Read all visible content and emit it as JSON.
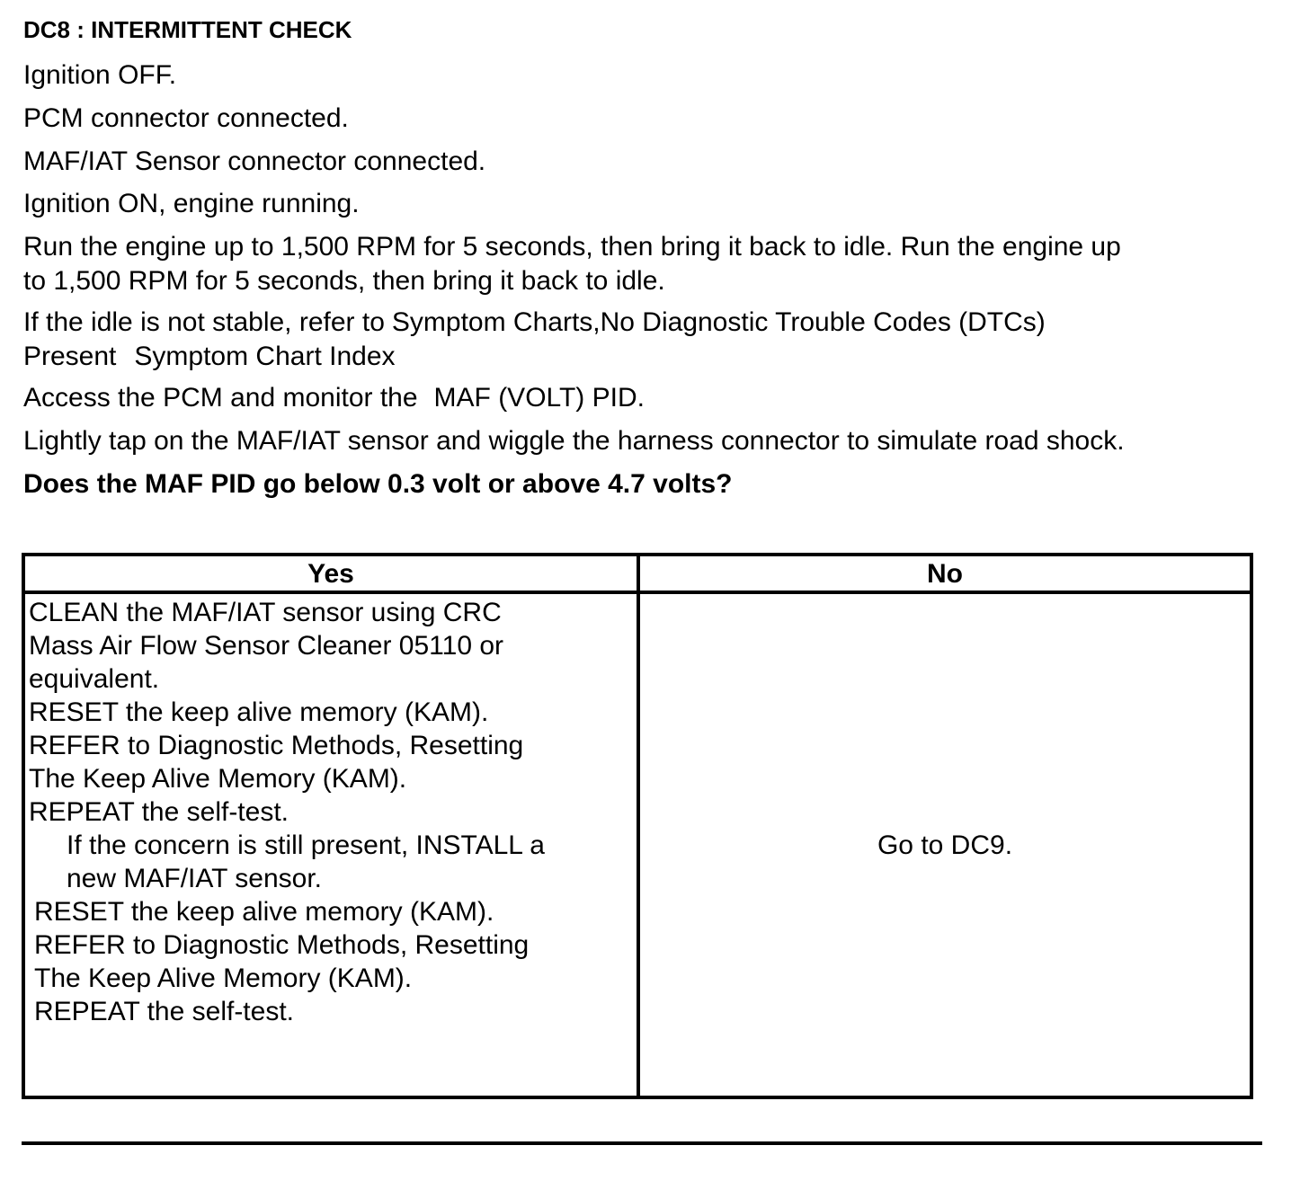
{
  "document": {
    "title": "DC8 : INTERMITTENT CHECK",
    "steps": [
      "Ignition OFF.",
      "PCM connector connected.",
      "MAF/IAT Sensor connector connected.",
      "Ignition ON, engine running."
    ],
    "run_step": {
      "line1": "Run the engine up to 1,500 RPM for 5 seconds, then bring it back to idle. Run the engine up",
      "line2": "to 1,500 RPM for 5 seconds, then bring it back to idle."
    },
    "idle_step": {
      "text": "If the idle is not stable, refer to",
      "link1": "Symptom Charts,No Diagnostic Trouble Codes (DTCs)",
      "link1_cont": "Present",
      "link2": "Symptom Chart Index"
    },
    "access_step": {
      "text": "Access the PCM and monitor the",
      "pid": "MAF (VOLT) PID."
    },
    "tap_step": "Lightly tap on the MAF/IAT sensor and wiggle the harness connector to simulate road shock.",
    "question": "Does the MAF  PID go below 0.3 volt or above 4.7 volts?"
  },
  "table": {
    "yes_header": "Yes",
    "no_header": "No",
    "yes_lines": [
      "CLEAN the MAF/IAT sensor using CRC",
      "Mass Air Flow Sensor Cleaner 05110 or",
      "equivalent.",
      "RESET the keep alive memory (KAM).",
      "REFER to Diagnostic Methods,  Resetting",
      "The Keep Alive Memory (KAM).",
      "REPEAT the self-test.",
      "If the concern is still present, INSTALL a",
      "new MAF/IAT sensor.",
      "RESET the keep alive memory (KAM).",
      "REFER to Diagnostic Methods,  Resetting",
      "The Keep Alive Memory (KAM).",
      "REPEAT the self-test."
    ],
    "no_text": "Go to DC9."
  }
}
